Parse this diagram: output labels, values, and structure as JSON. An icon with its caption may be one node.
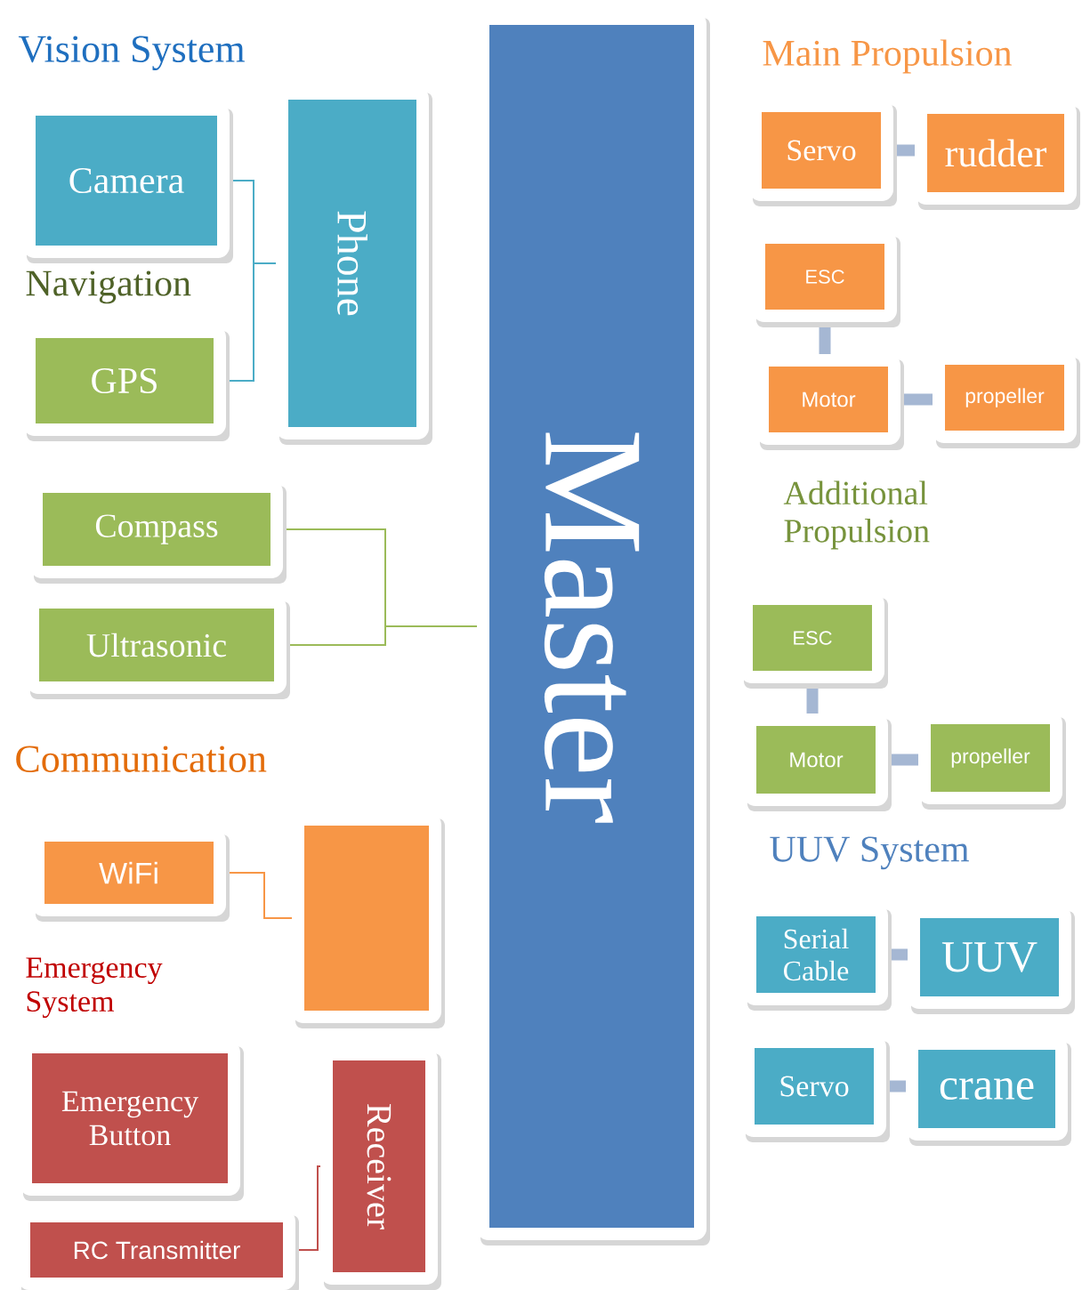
{
  "diagram": {
    "nodes": [
      {
        "text": [
          "Camera"
        ]
      },
      {
        "text": [
          "Phone"
        ]
      },
      {
        "text": [
          "GPS"
        ]
      },
      {
        "text": [
          "Compass"
        ]
      },
      {
        "text": [
          "Ultrasonic"
        ]
      },
      {
        "text": [
          "WiFi"
        ]
      },
      {
        "text": [],
        "shape": "box"
      },
      {
        "text": [
          "Emergency Button"
        ]
      },
      {
        "text": [
          "Receiver"
        ]
      },
      {
        "text": [
          "RC Transmitter"
        ]
      },
      {
        "text": [
          "Master"
        ]
      },
      {
        "text": [
          "Servo"
        ]
      },
      {
        "text": [
          "rudder"
        ]
      },
      {
        "text": [
          "ESC"
        ]
      },
      {
        "text": [
          "Motor"
        ]
      },
      {
        "text": [
          "propeller"
        ]
      },
      {
        "text": [
          "ESC"
        ]
      },
      {
        "text": [
          "Motor"
        ]
      },
      {
        "text": [
          "propeller"
        ]
      },
      {
        "text": [
          "Serial Cable"
        ]
      },
      {
        "text": [
          "UUV"
        ]
      },
      {
        "text": [
          "Servo"
        ]
      },
      {
        "text": [
          "crane"
        ]
      }
    ],
    "edges": [
      {
        "from": 0,
        "to": 1,
        "arrow": "none",
        "color": "#4bacc6"
      },
      {
        "from": 2,
        "to": 1,
        "arrow": "none",
        "color": "#4bacc6"
      },
      {
        "from": 3,
        "to": 10,
        "arrow": "none",
        "color": "#9bbb59"
      },
      {
        "from": 4,
        "to": 10,
        "arrow": "none",
        "color": "#9bbb59"
      },
      {
        "from": 5,
        "to": 6,
        "arrow": "none",
        "color": "#f79646"
      },
      {
        "from": 9,
        "to": 8,
        "arrow": "none",
        "color": "#c0504d"
      },
      {
        "from": 11,
        "to": 12,
        "arrow": "none"
      },
      {
        "from": 13,
        "to": 14,
        "arrow": "none"
      },
      {
        "from": 14,
        "to": 15,
        "arrow": "none"
      },
      {
        "from": 16,
        "to": 17,
        "arrow": "none"
      },
      {
        "from": 17,
        "to": 18,
        "arrow": "none"
      },
      {
        "from": 19,
        "to": 20,
        "arrow": "none"
      },
      {
        "from": 21,
        "to": 22,
        "arrow": "none"
      }
    ],
    "labels": [
      "Vision System",
      "Navigation",
      "Main Propulsion",
      "Additional Propulsion",
      "Communication",
      "UUV System",
      "Emergency System"
    ]
  }
}
